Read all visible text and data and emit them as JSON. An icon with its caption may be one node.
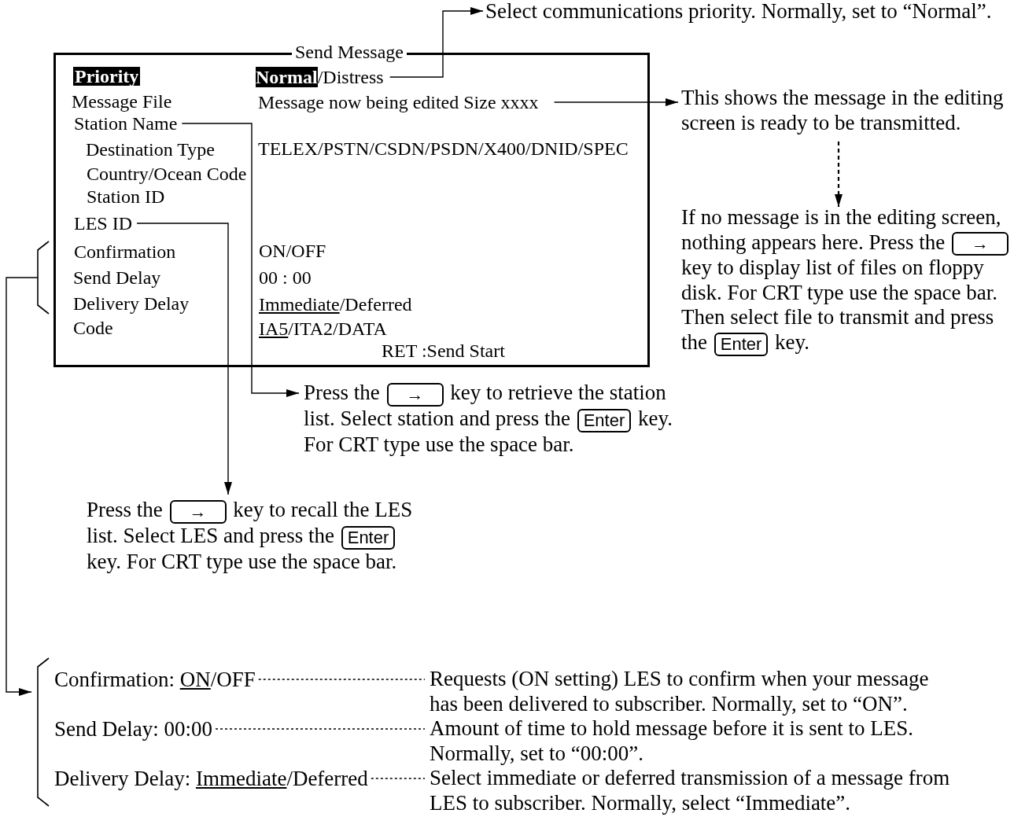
{
  "diagram": {
    "nodes": [
      {
        "text": [
          "Send Message"
        ]
      },
      {
        "text": [
          "**Normal**/Distress"
        ],
        "in": 0
      },
      {
        "text": [
          "Message now being edited Size xxxx"
        ],
        "in": 0
      },
      {
        "text": [
          "Station Name"
        ],
        "in": 0
      },
      {
        "text": [
          "LES ID"
        ],
        "in": 0
      },
      {
        "text": [
          "Select communications priority. Normally, set to “Normal”."
        ]
      },
      {
        "text": [
          "This shows the message in the editing screen is ready to be transmitted."
        ]
      },
      {
        "text": [
          "If no message is in the editing screen, nothing appears here. Press the",
          "→",
          "key to display list of files on floppy disk. For CRT type use the space bar. Then select file to transmit and press the",
          "Enter",
          "key."
        ]
      },
      {
        "text": [
          "Press the",
          "→",
          "key to retrieve the station list. Select station and press the",
          "Enter",
          "key. For CRT type use the space bar."
        ]
      },
      {
        "text": [
          "Press the",
          "→",
          "key to recall the LES list. Select LES and press the",
          "Enter",
          "key. For CRT type use the space bar."
        ]
      },
      {
        "text": [],
        "shape": "bracket"
      },
      {
        "text": [],
        "shape": "bracket"
      },
      {
        "text": [
          "Confirmation: *ON*/OFF"
        ],
        "in": 11
      },
      {
        "text": [
          "Send Delay: 00:00"
        ],
        "in": 11
      },
      {
        "text": [
          "Delivery Delay: *Immediate*/Deferred"
        ],
        "in": 11
      },
      {
        "text": [
          "Requests (ON setting) LES to confirm when your message has been delivered to subscriber. Normally, set to “ON”."
        ]
      },
      {
        "text": [
          "Amount of time to hold message before it is sent to LES. Normally, set to “00:00”."
        ]
      },
      {
        "text": [
          "Select immediate or deferred transmission of a message from LES to subscriber. Normally, select “Immediate”."
        ]
      },
      {
        "text": [
          "Priority"
        ],
        "in": 0
      }
    ],
    "edges": [
      {
        "from": 1,
        "to": 5,
        "arrow": "to"
      },
      {
        "from": 2,
        "to": 6,
        "arrow": "to"
      },
      {
        "from": 6,
        "to": 7,
        "arrow": "to",
        "style": "dashed"
      },
      {
        "from": 3,
        "to": 8,
        "arrow": "to"
      },
      {
        "from": 4,
        "to": 9,
        "arrow": "to"
      },
      {
        "from": 10,
        "to": 11,
        "arrow": "to"
      },
      {
        "from": 12,
        "to": 15,
        "arrow": "none",
        "style": "dashed"
      },
      {
        "from": 13,
        "to": 16,
        "arrow": "none",
        "style": "dashed"
      },
      {
        "from": 14,
        "to": 17,
        "arrow": "none",
        "style": "dashed"
      }
    ],
    "labels": [
      "Message File",
      "Destination Type",
      "TELEX/PSTN/CSDN/PSDN/X400/DNID/SPEC",
      "Country/Ocean Code",
      "Station ID",
      "Confirmation",
      "ON/OFF",
      "Send Delay",
      "00 : 00",
      "Delivery Delay",
      "*Immediate*/Deferred",
      "Code",
      "*IA5*/ITA2/DATA",
      "RET :Send Start"
    ]
  }
}
